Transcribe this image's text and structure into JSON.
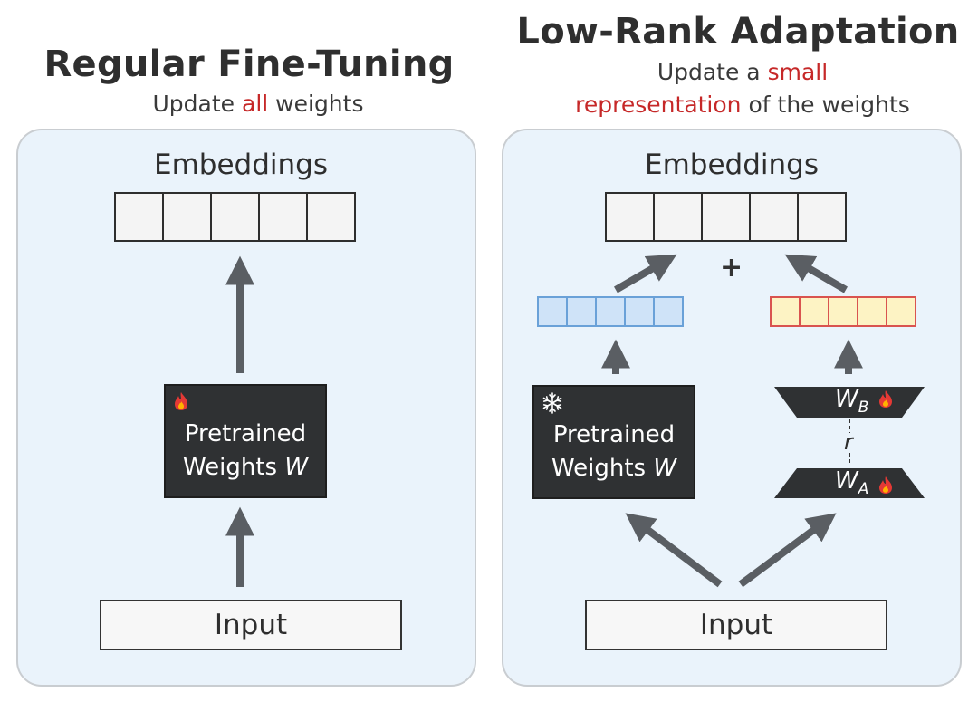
{
  "left": {
    "title": "Regular Fine-Tuning",
    "subtitle_pre": "Update ",
    "subtitle_hl": "all",
    "subtitle_post": " weights",
    "embeddings_label": "Embeddings",
    "weights_line1": "Pretrained",
    "weights_line2": "Weights ",
    "weights_symbol": "W",
    "input_label": "Input",
    "status_icon": "fire-icon"
  },
  "right": {
    "title": "Low-Rank Adaptation",
    "subtitle_line1_pre": "Update a ",
    "subtitle_line1_hl": "small",
    "subtitle_line2_hl": "representation",
    "subtitle_line2_post": " of the weights",
    "embeddings_label": "Embeddings",
    "plus": "+",
    "weights_line1": "Pretrained",
    "weights_line2": "Weights ",
    "weights_symbol": "W",
    "frozen_icon": "snowflake-icon",
    "wb_base": "W",
    "wb_sub": "B",
    "wa_base": "W",
    "wa_sub": "A",
    "rank": "r",
    "input_label": "Input"
  },
  "colors": {
    "accent_red": "#c62828",
    "panel_bg": "#eaf3fb",
    "dark_box": "#2f3133",
    "frozen_vector": "#cfe3f8",
    "trainable_vector": "#fdf3c4"
  }
}
